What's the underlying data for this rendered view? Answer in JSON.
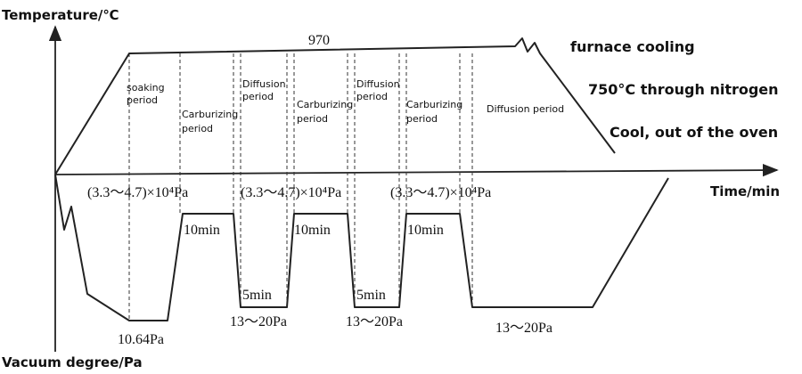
{
  "axes": {
    "y_title": "Temperature/℃",
    "x_title": "Time/min",
    "y2_title": "Vacuum degree/Pa"
  },
  "temperature_curve": {
    "plateau_label": "970"
  },
  "periods": [
    {
      "label_line1": "soaking",
      "label_line2": "period"
    },
    {
      "label_line1": "Carburizing",
      "label_line2": "period"
    },
    {
      "label_line1": "Diffusion",
      "label_line2": "period"
    },
    {
      "label_line1": "Carburizing",
      "label_line2": "period"
    },
    {
      "label_line1": "Diffusion",
      "label_line2": "period"
    },
    {
      "label_line1": "Carburizing",
      "label_line2": "period"
    },
    {
      "label_line1": "Diffusion period",
      "label_line2": ""
    }
  ],
  "cooling": {
    "step1": "furnace cooling",
    "step2": "750°C through nitrogen",
    "step3": "Cool, out of the oven"
  },
  "pressure_curve": {
    "carb_pressure_1": "(3.3～4.7)×10⁴Pa",
    "carb_pressure_2": "(3.3～4.7)×10⁴Pa",
    "carb_pressure_3": "(3.3～4.7)×10⁴Pa",
    "initial_vacuum": "10.64Pa",
    "diff_pressure_1": "13～20Pa",
    "diff_pressure_2": "13～20Pa",
    "diff_pressure_3": "13～20Pa",
    "dur_carb_1": "10min",
    "dur_carb_2": "10min",
    "dur_carb_3": "10min",
    "dur_diff_1": "5min",
    "dur_diff_2": "5min"
  }
}
